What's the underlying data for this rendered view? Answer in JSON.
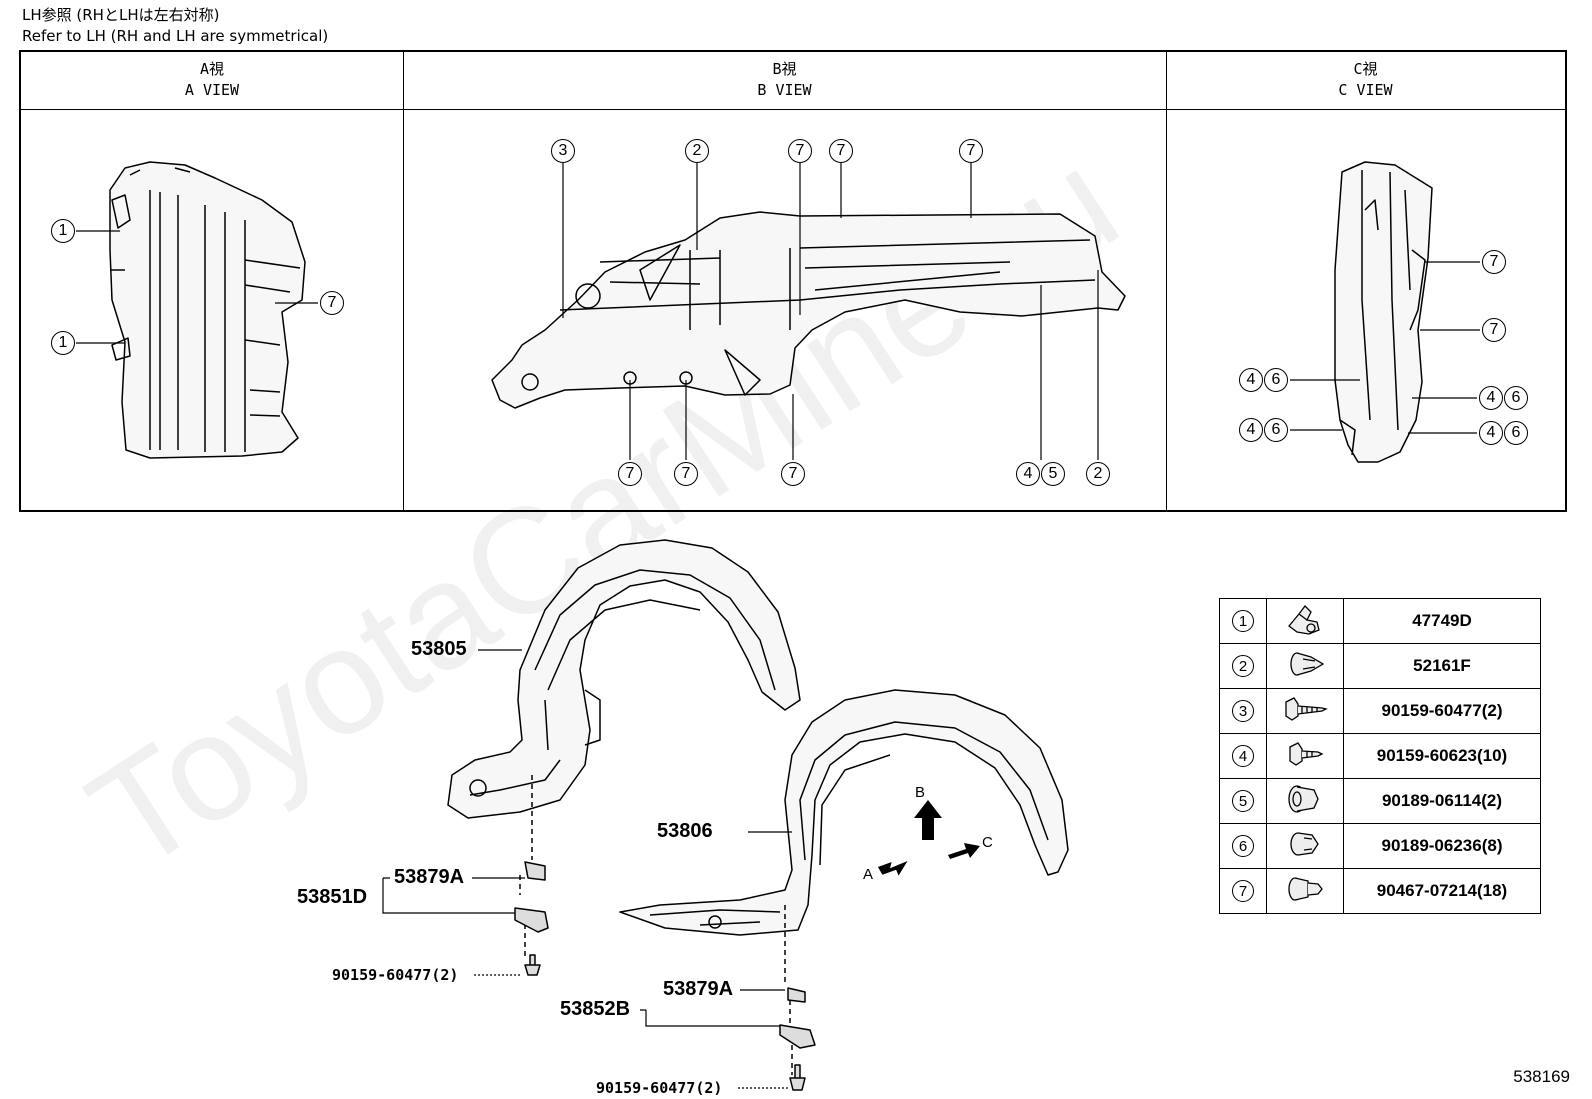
{
  "header": {
    "line_jp": "LH参照 (RHとLHは左右対称)",
    "line_en": "Refer to LH (RH and LH are symmetrical)"
  },
  "views": [
    {
      "jp": "A視",
      "en": "A VIEW"
    },
    {
      "jp": "B視",
      "en": "B VIEW"
    },
    {
      "jp": "C視",
      "en": "C VIEW"
    }
  ],
  "callout_numbers": {
    "n1": "1",
    "n2": "2",
    "n3": "3",
    "n4": "4",
    "n5": "5",
    "n6": "6",
    "n7": "7"
  },
  "main_labels": {
    "liner_front": "53805",
    "liner_rear": "53806",
    "bracket_set_left": "53851D",
    "bracket_set_right": "53852B",
    "nut_left": "53879A",
    "nut_right": "53879A",
    "screw_left": "90159-60477(2)",
    "screw_right": "90159-60477(2)"
  },
  "direction_labels": {
    "a": "A",
    "b": "B",
    "c": "C"
  },
  "parts": [
    {
      "num": "1",
      "icon": "clip-icon",
      "part_no": "47749D"
    },
    {
      "num": "2",
      "icon": "push-rivet-icon",
      "part_no": "52161F"
    },
    {
      "num": "3",
      "icon": "tapping-screw-icon",
      "part_no": "90159-60477(2)"
    },
    {
      "num": "4",
      "icon": "screw-icon",
      "part_no": "90159-60623(10)"
    },
    {
      "num": "5",
      "icon": "grommet-icon",
      "part_no": "90189-06114(2)"
    },
    {
      "num": "6",
      "icon": "nut-icon",
      "part_no": "90189-06236(8)"
    },
    {
      "num": "7",
      "icon": "push-clip-icon",
      "part_no": "90467-07214(18)"
    }
  ],
  "watermark": "ToyotaCarMine.ru",
  "diagram_number": "538169"
}
